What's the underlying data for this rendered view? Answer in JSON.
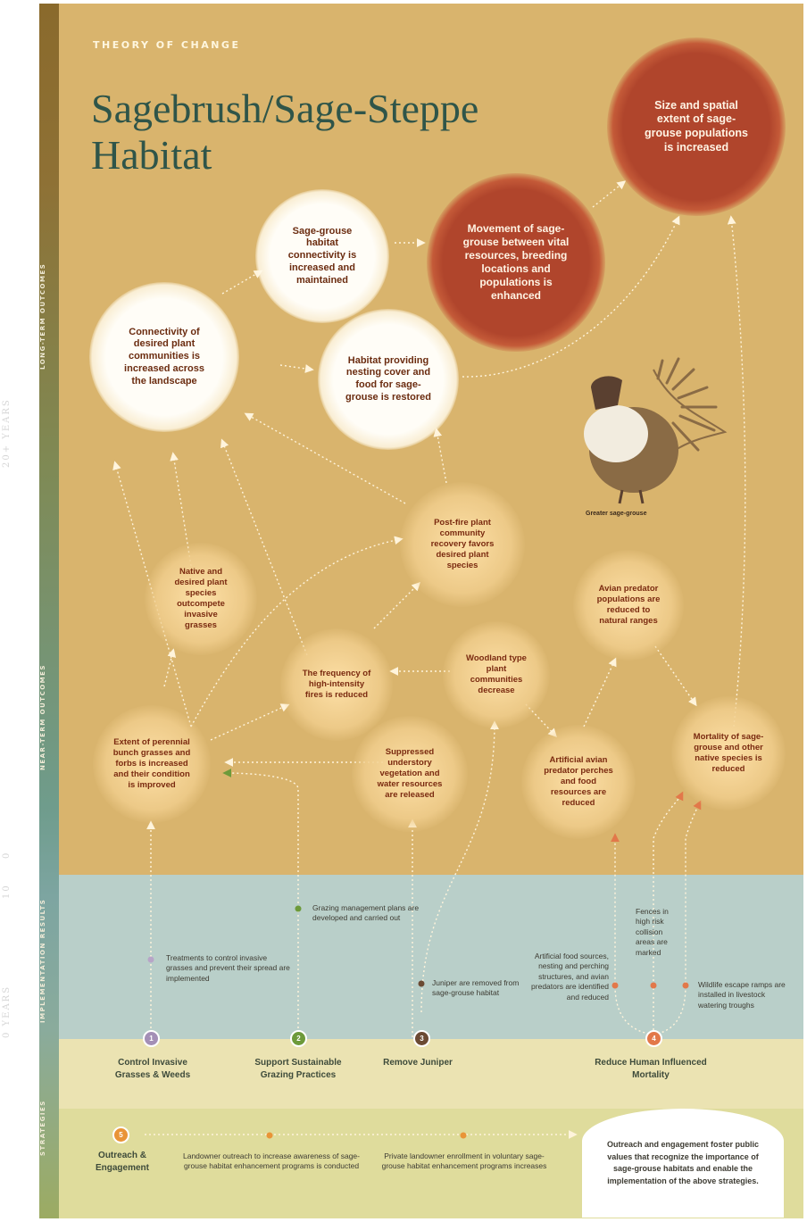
{
  "kicker": "THEORY OF CHANGE",
  "title_line1": "Sagebrush/Sage-Steppe",
  "title_line2": "Habitat",
  "side_labels": {
    "long_term": "LONG-TERM OUTCOMES",
    "near_term": "NEAR-TERM OUTCOMES",
    "results": "IMPLEMENTATION RESULTS",
    "strategies": "STRATEGIES"
  },
  "timeline": {
    "years20": "20+ YEARS",
    "zero": "0",
    "ten": "10",
    "years0": "0 YEARS"
  },
  "outcomes": {
    "size_extent": "Size and spatial extent of sage-grouse populations is increased",
    "movement": "Movement of sage-grouse between vital resources, breeding locations and populations is enhanced",
    "habitat_connectivity": "Sage-grouse habitat connectivity is increased and maintained",
    "plant_connectivity": "Connectivity of desired plant communities is increased across the landscape",
    "nesting_cover": "Habitat providing nesting cover and food for sage-grouse is restored",
    "post_fire": "Post-fire plant community recovery favors desired plant species",
    "native_outcompete": "Native and desired plant species outcompete invasive grasses",
    "fire_frequency": "The frequency of high-intensity fires is reduced",
    "woodland_decrease": "Woodland type plant communities decrease",
    "avian_populations": "Avian predator populations are reduced to natural ranges",
    "bunch_grasses": "Extent of perennial bunch grasses and forbs is increased and their condition is improved",
    "understory": "Suppressed understory vegetation and water resources are released",
    "perches": "Artificial avian predator perches and food resources are reduced",
    "mortality": "Mortality of sage-grouse and other native species is reduced"
  },
  "grouse_caption": "Greater sage-grouse",
  "results": {
    "treatments": "Treatments to control invasive grasses and prevent their spread are implemented",
    "grazing_plans": "Grazing management plans are developed and carried out",
    "juniper_removed": "Juniper are removed from sage-grouse habitat",
    "fences": "Fences in high risk collision areas are marked",
    "food_sources": "Artificial food sources, nesting and perching structures, and avian predators are identified and reduced",
    "escape_ramps": "Wildlife escape ramps are installed in livestock watering troughs",
    "landowner_outreach": "Landowner outreach to increase awareness of sage-grouse habitat enhancement programs is conducted",
    "enrollment": "Private landowner enrollment in voluntary sage-grouse habitat enhancement programs increases"
  },
  "strategies": [
    {
      "num": "1",
      "label": "Control Invasive Grasses & Weeds",
      "color": "#a48fb6"
    },
    {
      "num": "2",
      "label": "Support Sustainable Grazing Practices",
      "color": "#6d9a3a"
    },
    {
      "num": "3",
      "label": "Remove Juniper",
      "color": "#6b4a33"
    },
    {
      "num": "4",
      "label": "Reduce Human Influenced Mortality",
      "color": "#e2784a"
    },
    {
      "num": "5",
      "label": "Outreach & Engagement",
      "color": "#e99437"
    }
  ],
  "outreach_result": "Outreach and engagement foster public values that recognize the importance of sage-grouse habitats and enable the implementation of the above strategies."
}
